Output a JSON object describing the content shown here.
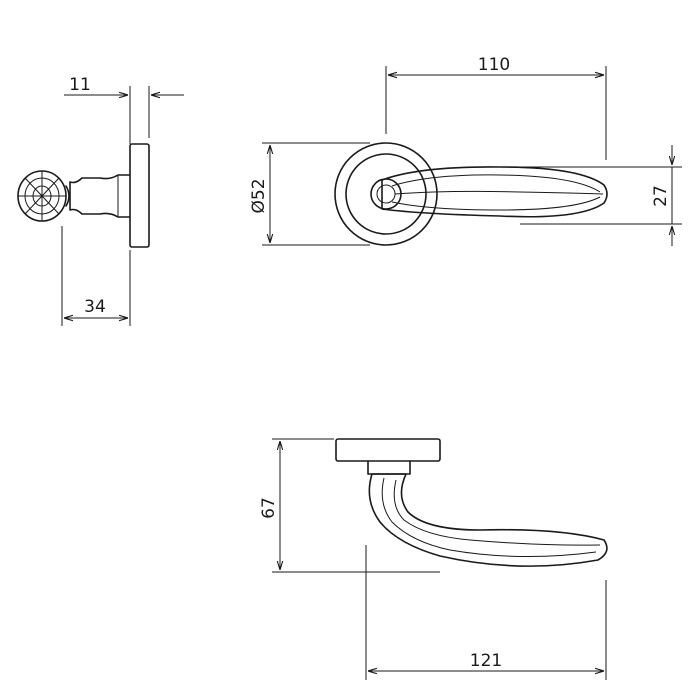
{
  "dimensions": {
    "rose_thickness": "11",
    "side_projection": "34",
    "handle_length": "110",
    "rose_diameter": "Ø52",
    "lever_height": "27",
    "bottom_height": "67",
    "bottom_length": "121"
  },
  "colors": {
    "line": "#1a1a1a",
    "background": "#ffffff"
  }
}
